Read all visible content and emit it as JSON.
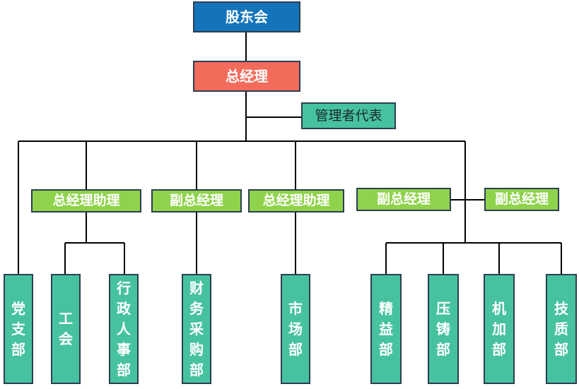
{
  "colors": {
    "board": "#1474bb",
    "ceo": "#f26b5b",
    "rep": "#47c2a0",
    "assistant": "#8fd24b",
    "dept": "#47c2a0",
    "lines": "#000000"
  },
  "nodes": {
    "board": "股东会",
    "ceo": "总经理",
    "mgmt_rep": "管理者代表",
    "assistant_1": "总经理助理",
    "deputy_1": "副总经理",
    "assistant_2": "总经理助理",
    "deputy_2": "副总经理",
    "deputy_3": "副总经理"
  },
  "departments": {
    "party": "党支部",
    "union": "工会",
    "admin_hr": "行政人事部",
    "finance_purchase": "财务采购部",
    "market": "市场部",
    "precision": "精益部",
    "casting": "压铸部",
    "machining": "机加部",
    "quality": "技质部"
  }
}
